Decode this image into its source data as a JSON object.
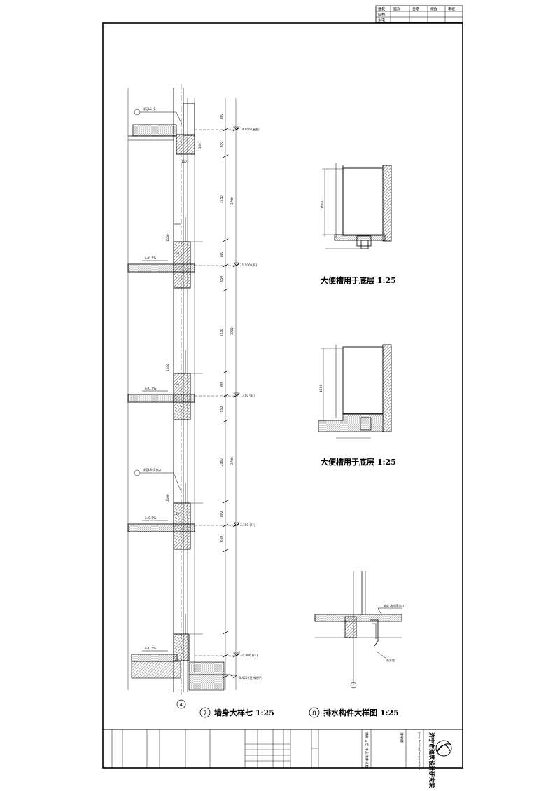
{
  "sheet": {
    "title_ref_b": "7",
    "title_ref_c": "8"
  },
  "revision_table": {
    "headers": [
      "版次",
      "日期",
      "修改",
      "审核"
    ],
    "rows": [
      "建筑",
      "结构",
      "水电"
    ]
  },
  "wall_section": {
    "axis_label": "4",
    "levels": [
      "14.000 (屋面)",
      "11.100 (4F)",
      "7.400 (3F)",
      "3.700 (2F)",
      "±0.000 (1F)",
      "-0.450 (室外地坪)"
    ],
    "slope_label": "i=0.5%",
    "dim_segments": [
      "800",
      "650",
      "2450",
      "800",
      "650",
      "2450",
      "800",
      "650",
      "2450",
      "800",
      "650"
    ],
    "dim_totals": [
      "3700",
      "3700",
      "3700"
    ],
    "rail_height": "1100",
    "small_dims": [
      "50",
      "150",
      "100"
    ],
    "note_top": "详见LS-J1",
    "note_mid": "详见LS-J1节点"
  },
  "details": {
    "a": {
      "caption": "大便槽用于底层  1:25",
      "dim": "1500"
    },
    "b": {
      "caption": "大便槽用于底层  1:25",
      "dim": "1500"
    },
    "c": {
      "note_top": "坡度 坡向雨水口",
      "note_right": "雨水管"
    }
  },
  "captions": {
    "b": "墙身大样七  1:25",
    "c": "排水构件大样图  1:25"
  },
  "title_block": {
    "institute": "济宁市建筑设计研究院",
    "institute_en": "Jining Building Design Institute",
    "project": "住宅楼",
    "drawing": "墙身大样  排水构件大样"
  }
}
